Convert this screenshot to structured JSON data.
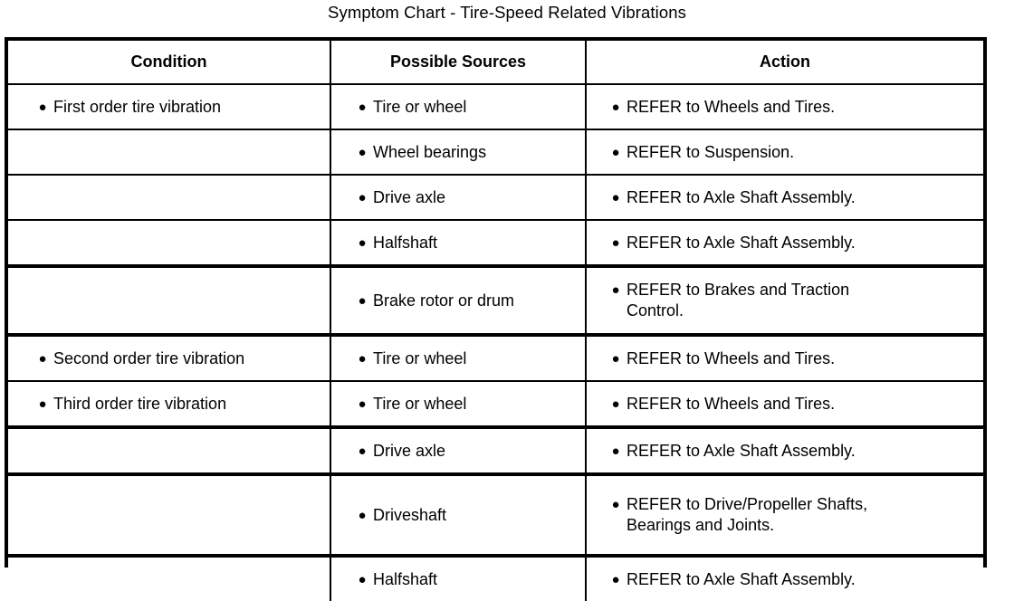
{
  "title": "Symptom Chart - Tire-Speed Related Vibrations",
  "table": {
    "headers": {
      "condition": "Condition",
      "sources": "Possible Sources",
      "action": "Action"
    },
    "bullet_glyph": "●",
    "rows": [
      {
        "condition": "First order tire vibration",
        "source": "Tire or wheel",
        "action": "REFER to Wheels and Tires."
      },
      {
        "condition": "",
        "source": "Wheel bearings",
        "action": "REFER to Suspension."
      },
      {
        "condition": "",
        "source": "Drive axle",
        "action": "REFER to Axle Shaft Assembly."
      },
      {
        "condition": "",
        "source": "Halfshaft",
        "action": "REFER to Axle Shaft Assembly."
      },
      {
        "condition": "",
        "source": "Brake rotor or drum",
        "action": "REFER to Brakes and Traction\nControl."
      },
      {
        "condition": "Second order tire vibration",
        "source": "Tire or wheel",
        "action": "REFER to Wheels and Tires."
      },
      {
        "condition": "Third order tire vibration",
        "source": "Tire or wheel",
        "action": "REFER to Wheels and Tires."
      },
      {
        "condition": "",
        "source": "Drive axle",
        "action": "REFER to Axle Shaft Assembly."
      },
      {
        "condition": "",
        "source": "Driveshaft",
        "action": "REFER to Drive/Propeller Shafts,\nBearings and Joints."
      },
      {
        "condition": "",
        "source": "Halfshaft",
        "action": "REFER to Axle Shaft Assembly."
      }
    ]
  },
  "colors": {
    "ink": "#000000",
    "paper": "#ffffff"
  }
}
